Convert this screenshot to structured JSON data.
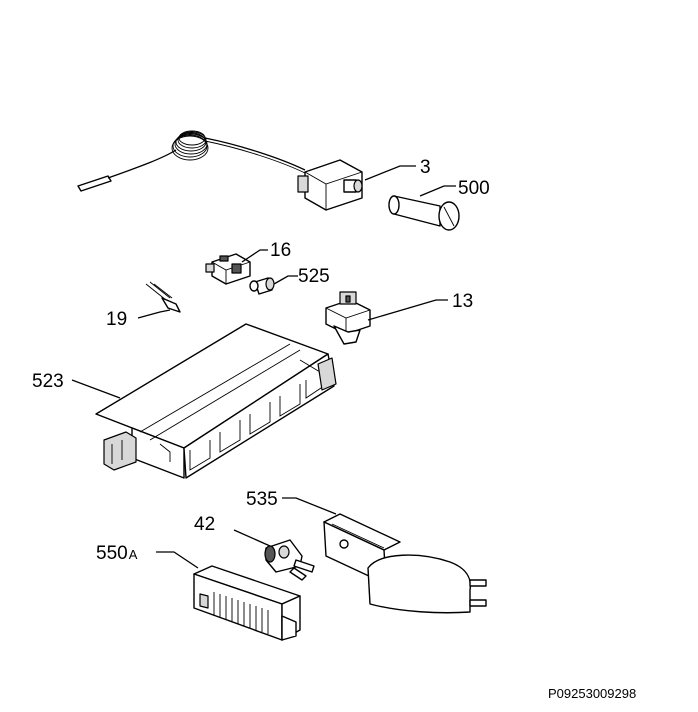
{
  "labels": {
    "p3": "3",
    "p500": "500",
    "p16": "16",
    "p525": "525",
    "p19": "19",
    "p13": "13",
    "p523": "523",
    "p535": "535",
    "p42": "42",
    "p550a_num": "550",
    "p550a_suffix": "A"
  },
  "drawing_code": "P09253009298"
}
